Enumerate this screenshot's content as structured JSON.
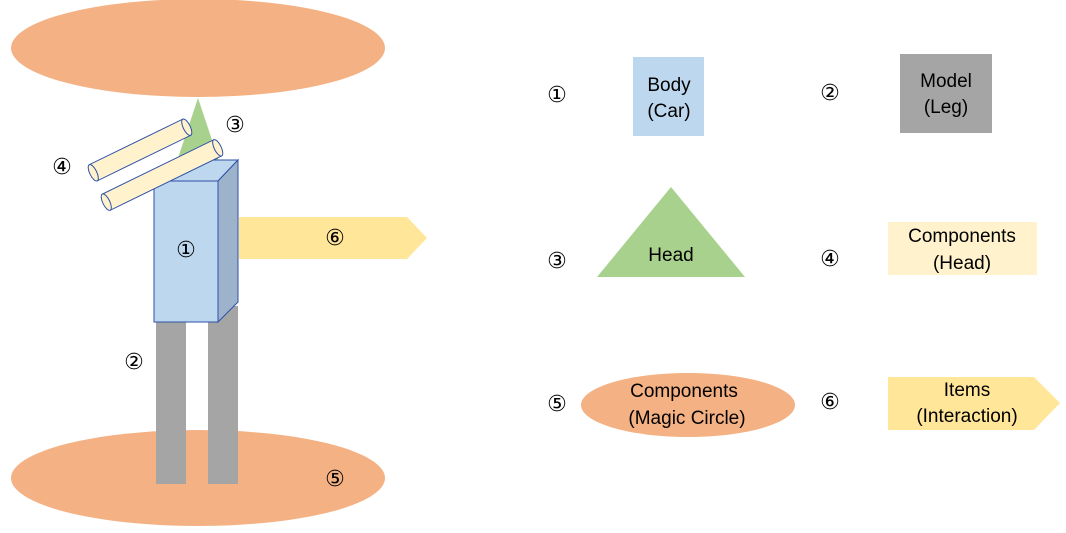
{
  "figure": {
    "markers": {
      "body": "①",
      "model": "②",
      "head": "③",
      "head_component": "④",
      "magic_circle": "⑤",
      "interaction": "⑥"
    }
  },
  "legend": {
    "body": {
      "marker": "①",
      "line1": "Body",
      "line2": "(Car)"
    },
    "model": {
      "marker": "②",
      "line1": "Model",
      "line2": "(Leg)"
    },
    "head": {
      "marker": "③",
      "line1": "Head"
    },
    "head_component": {
      "marker": "④",
      "line1": "Components",
      "line2": "(Head)"
    },
    "magic_circle": {
      "marker": "⑤",
      "line1": "Components",
      "line2": "(Magic Circle)"
    },
    "interaction": {
      "marker": "⑥",
      "line1": "Items",
      "line2": "(Interaction)"
    }
  },
  "colors": {
    "magic_circle": "#f4b183",
    "body_front": "#bdd7ee",
    "body_side": "#9db3cc",
    "body_outline": "#2f52a8",
    "leg": "#a5a5a5",
    "head": "#a9d18e",
    "cylinder": "#fff2cc",
    "arrow": "#ffe699"
  }
}
